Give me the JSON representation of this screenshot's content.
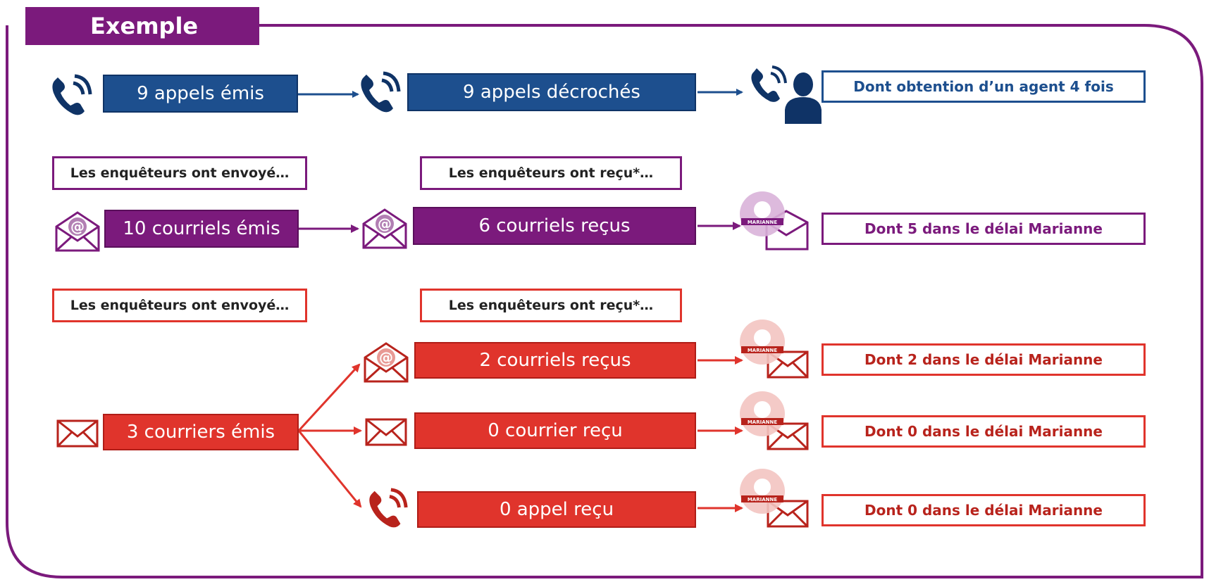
{
  "title": "Exemple",
  "colors": {
    "purple": "#7b1a7c",
    "blue": "#1d4f8e",
    "red": "#e0342c"
  },
  "row_phone": {
    "emitted": "9 appels émis",
    "answered": "9 appels décrochés",
    "result": "Dont obtention d’un agent 4 fois"
  },
  "row_email": {
    "label_sent": "Les enquêteurs ont envoyé…",
    "label_received": "Les enquêteurs ont reçu*…",
    "emitted": "10 courriels émis",
    "received": "6 courriels reçus",
    "result": "Dont 5 dans le délai Marianne"
  },
  "row_mail": {
    "label_sent": "Les enquêteurs ont envoyé…",
    "label_received": "Les enquêteurs ont reçu*…",
    "emitted": "3 courriers émis",
    "branches": [
      {
        "received": "2 courriels reçus",
        "result": "Dont 2 dans le délai Marianne",
        "icon": "email-at-icon"
      },
      {
        "received": "0 courrier reçu",
        "result": "Dont 0 dans le délai Marianne",
        "icon": "envelope-icon"
      },
      {
        "received": "0 appel reçu",
        "result": "Dont 0 dans le délai Marianne",
        "icon": "phone-icon"
      }
    ]
  },
  "seal_text": "MARIANNE"
}
